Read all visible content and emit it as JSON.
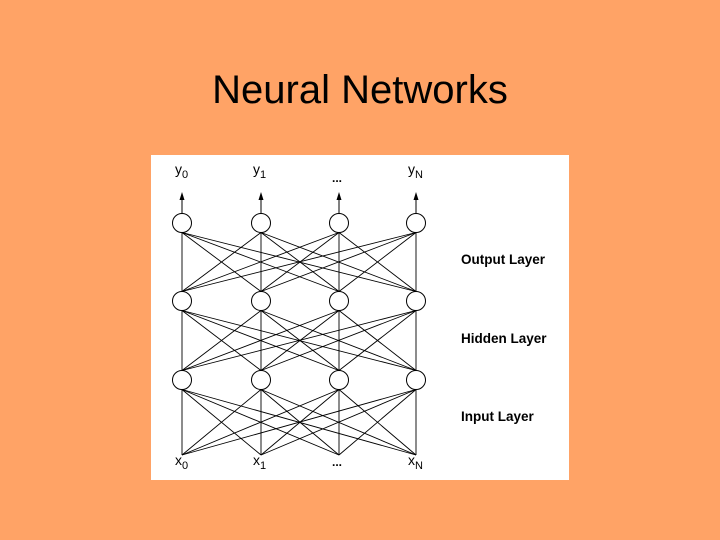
{
  "slide": {
    "title": "Neural Networks"
  },
  "diagram": {
    "output_labels": [
      {
        "base": "y",
        "sub": "0"
      },
      {
        "base": "y",
        "sub": "1"
      },
      {
        "base": "...",
        "sub": ""
      },
      {
        "base": "y",
        "sub": "N"
      }
    ],
    "input_labels": [
      {
        "base": "x",
        "sub": "0"
      },
      {
        "base": "x",
        "sub": "1"
      },
      {
        "base": "...",
        "sub": ""
      },
      {
        "base": "x",
        "sub": "N"
      }
    ],
    "layer_labels": [
      "Output Layer",
      "Hidden Layer",
      "Input Layer"
    ],
    "nodes_per_layer": 4
  },
  "colors": {
    "background": "#FFA366",
    "figure": "#FFFFFF",
    "ink": "#000000"
  }
}
